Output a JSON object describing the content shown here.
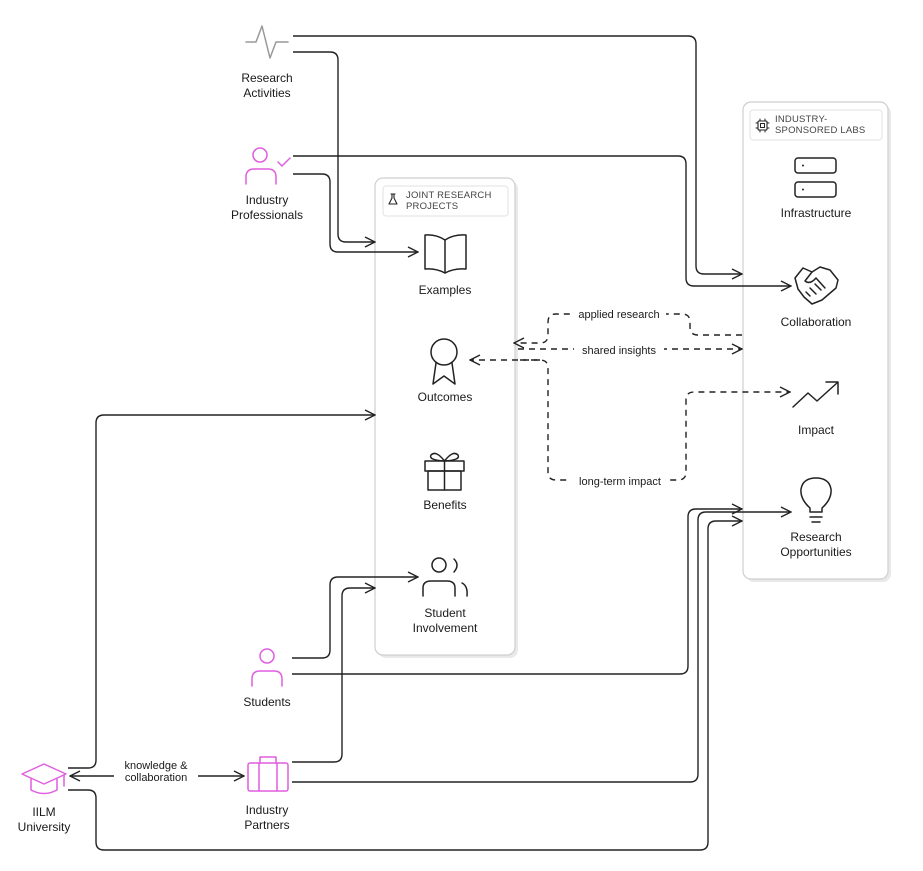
{
  "groups": {
    "joint": {
      "title_line1": "JOINT RESEARCH",
      "title_line2": "PROJECTS",
      "icon": "flask-icon"
    },
    "labs": {
      "title_line1": "INDUSTRY-",
      "title_line2": "SPONSORED LABS",
      "icon": "chip-icon"
    }
  },
  "nodes": {
    "research_activities": {
      "line1": "Research",
      "line2": "Activities",
      "icon": "pulse-icon"
    },
    "industry_professionals": {
      "line1": "Industry",
      "line2": "Professionals",
      "icon": "user-check-icon"
    },
    "students": {
      "line1": "Students",
      "icon": "user-icon"
    },
    "iilm": {
      "line1": "IILM",
      "line2": "University",
      "icon": "graduation-cap-icon"
    },
    "industry_partners": {
      "line1": "Industry",
      "line2": "Partners",
      "icon": "briefcase-icon"
    },
    "examples": {
      "line1": "Examples",
      "icon": "book-icon"
    },
    "outcomes": {
      "line1": "Outcomes",
      "icon": "award-icon"
    },
    "benefits": {
      "line1": "Benefits",
      "icon": "gift-icon"
    },
    "student_involvement": {
      "line1": "Student",
      "line2": "Involvement",
      "icon": "users-icon"
    },
    "infrastructure": {
      "line1": "Infrastructure",
      "icon": "server-icon"
    },
    "collaboration": {
      "line1": "Collaboration",
      "icon": "handshake-icon"
    },
    "impact": {
      "line1": "Impact",
      "icon": "trending-up-icon"
    },
    "research_opportunities": {
      "line1": "Research",
      "line2": "Opportunities",
      "icon": "lightbulb-icon"
    }
  },
  "edge_labels": {
    "applied_research": "applied research",
    "shared_insights": "shared insights",
    "long_term_impact": "long-term impact",
    "knowledge_line1": "knowledge &",
    "knowledge_line2": "collaboration"
  },
  "colors": {
    "accent_pink": "#e05ee0",
    "stroke": "#222222",
    "group_border": "#cfcfcf"
  }
}
